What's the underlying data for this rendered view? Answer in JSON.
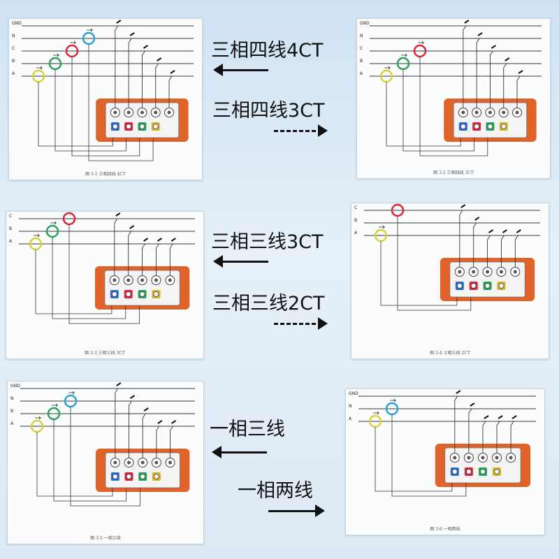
{
  "labels": [
    {
      "text": "三相四线4CT",
      "dir": "left"
    },
    {
      "text": "三相四线3CT",
      "dir": "right"
    },
    {
      "text": "三相三线3CT",
      "dir": "left"
    },
    {
      "text": "三相三线2CT",
      "dir": "right"
    },
    {
      "text": "一相三线",
      "dir": "left"
    },
    {
      "text": "一相两线",
      "dir": "right"
    }
  ],
  "panels": [
    {
      "caption": "图 3-1 三相四线 4CT",
      "lines": [
        "GND",
        "N",
        "C",
        "B",
        "A"
      ],
      "cts": [
        {
          "line": "A",
          "color": "#d9d23a"
        },
        {
          "line": "B",
          "color": "#2aa35a"
        },
        {
          "line": "C",
          "color": "#d9263a"
        },
        {
          "line": "N",
          "color": "#2aa0d6"
        }
      ]
    },
    {
      "caption": "图 3-2 三相四线 3CT",
      "lines": [
        "GND",
        "N",
        "C",
        "B",
        "A"
      ],
      "cts": [
        {
          "line": "A",
          "color": "#d9d23a"
        },
        {
          "line": "B",
          "color": "#2aa35a"
        },
        {
          "line": "C",
          "color": "#d9263a"
        }
      ]
    },
    {
      "caption": "图 3-3 三相三线 3CT",
      "lines": [
        "C",
        "B",
        "A"
      ],
      "cts": [
        {
          "line": "A",
          "color": "#d9d23a"
        },
        {
          "line": "B",
          "color": "#2aa35a"
        },
        {
          "line": "C",
          "color": "#d9263a"
        }
      ]
    },
    {
      "caption": "图 3-4 三相三线 2CT",
      "lines": [
        "C",
        "B",
        "A"
      ],
      "cts": [
        {
          "line": "A",
          "color": "#d9d23a"
        },
        {
          "line": "C",
          "color": "#d9263a"
        }
      ]
    },
    {
      "caption": "图 3-5 一相三线",
      "lines": [
        "GND",
        "N",
        "B",
        "A"
      ],
      "cts": [
        {
          "line": "A",
          "color": "#d9d23a"
        },
        {
          "line": "B",
          "color": "#2aa35a"
        },
        {
          "line": "N",
          "color": "#2aa0d6"
        }
      ]
    },
    {
      "caption": "图 3-6 一相两线",
      "lines": [
        "GND",
        "N",
        "A"
      ],
      "cts": [
        {
          "line": "A",
          "color": "#d9d23a"
        },
        {
          "line": "N",
          "color": "#2aa0d6"
        }
      ]
    }
  ],
  "colors": {
    "device": "#e0632a",
    "terminal_blue": "#2a6fd6",
    "terminal_red": "#d9263a",
    "terminal_green": "#2aa35a",
    "terminal_yellow": "#d9b22a"
  }
}
